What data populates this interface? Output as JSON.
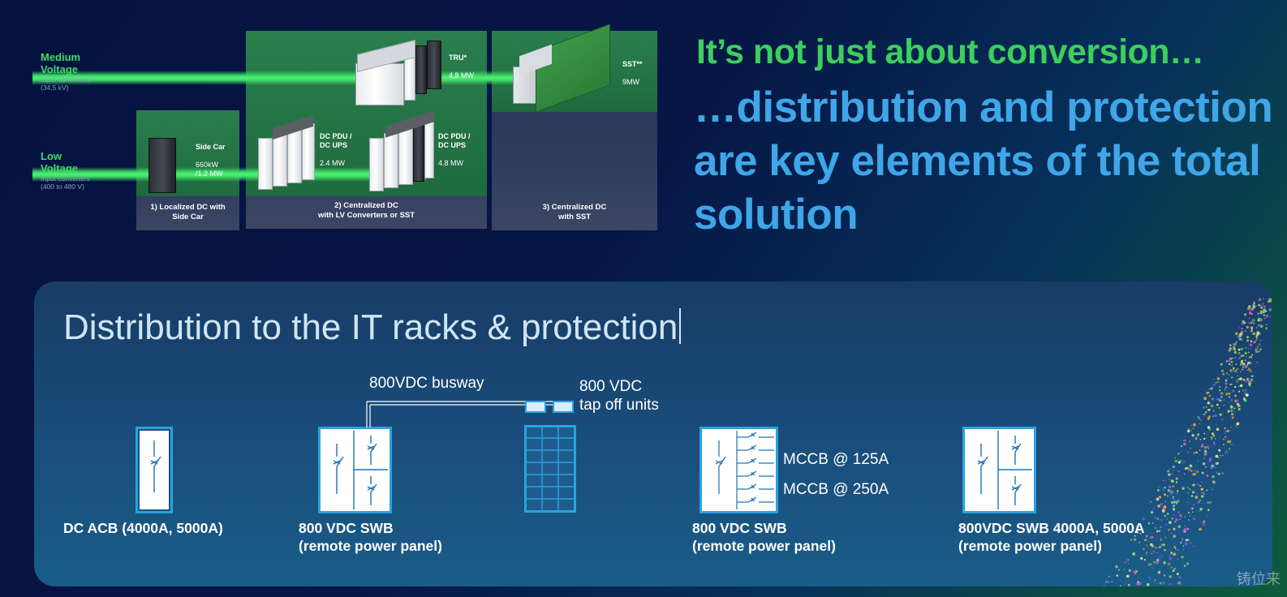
{
  "headline": {
    "line1": "It’s not just about conversion…",
    "line2": "…distribution and protection are key elements of the total solution"
  },
  "voltages": {
    "medium": {
      "title": "Medium\nVoltage",
      "sub": "Input converters\n(34.5 kV)"
    },
    "low": {
      "title": "Low\nVoltage",
      "sub": "Input converters\n(400 to 480 V)"
    }
  },
  "panels": [
    {
      "caption": "1) Localized DC with\nSide Car"
    },
    {
      "caption": "2) Centralized DC\nwith LV Converters or SST"
    },
    {
      "caption": "3) Centralized DC\nwith SST"
    }
  ],
  "equipment": {
    "sidecar": {
      "name": "Side Car",
      "rating": "660kW\n/1.2 MW"
    },
    "pdu1": {
      "name": "DC PDU /\nDC UPS",
      "rating": "2.4 MW"
    },
    "pdu2": {
      "name": "DC PDU /\nDC UPS",
      "rating": "4.8 MW"
    },
    "tru": {
      "name": "TRU*",
      "rating": "4.8 MW"
    },
    "sst": {
      "name": "SST**",
      "rating": "9MW"
    }
  },
  "bottom": {
    "title": "Distribution to the IT racks & protection",
    "busway_label": "800VDC busway",
    "tapoff_label": "800 VDC\ntap off units",
    "mccb1": "MCCB @ 125A",
    "mccb2": "MCCB @ 250A",
    "items": [
      {
        "label": "DC ACB (4000A, 5000A)"
      },
      {
        "label": "800 VDC SWB\n(remote power panel)"
      },
      {
        "label": "800 VDC SWB\n(remote power panel)"
      },
      {
        "label": "800VDC SWB 4000A, 5000A\n(remote power panel)"
      }
    ]
  },
  "watermark": "铸位来",
  "colors": {
    "headline_green": "#3ccf5c",
    "headline_blue": "#3fa6e8",
    "beam_green": "#3ddc64",
    "diagram_line": "#29a3e0"
  }
}
